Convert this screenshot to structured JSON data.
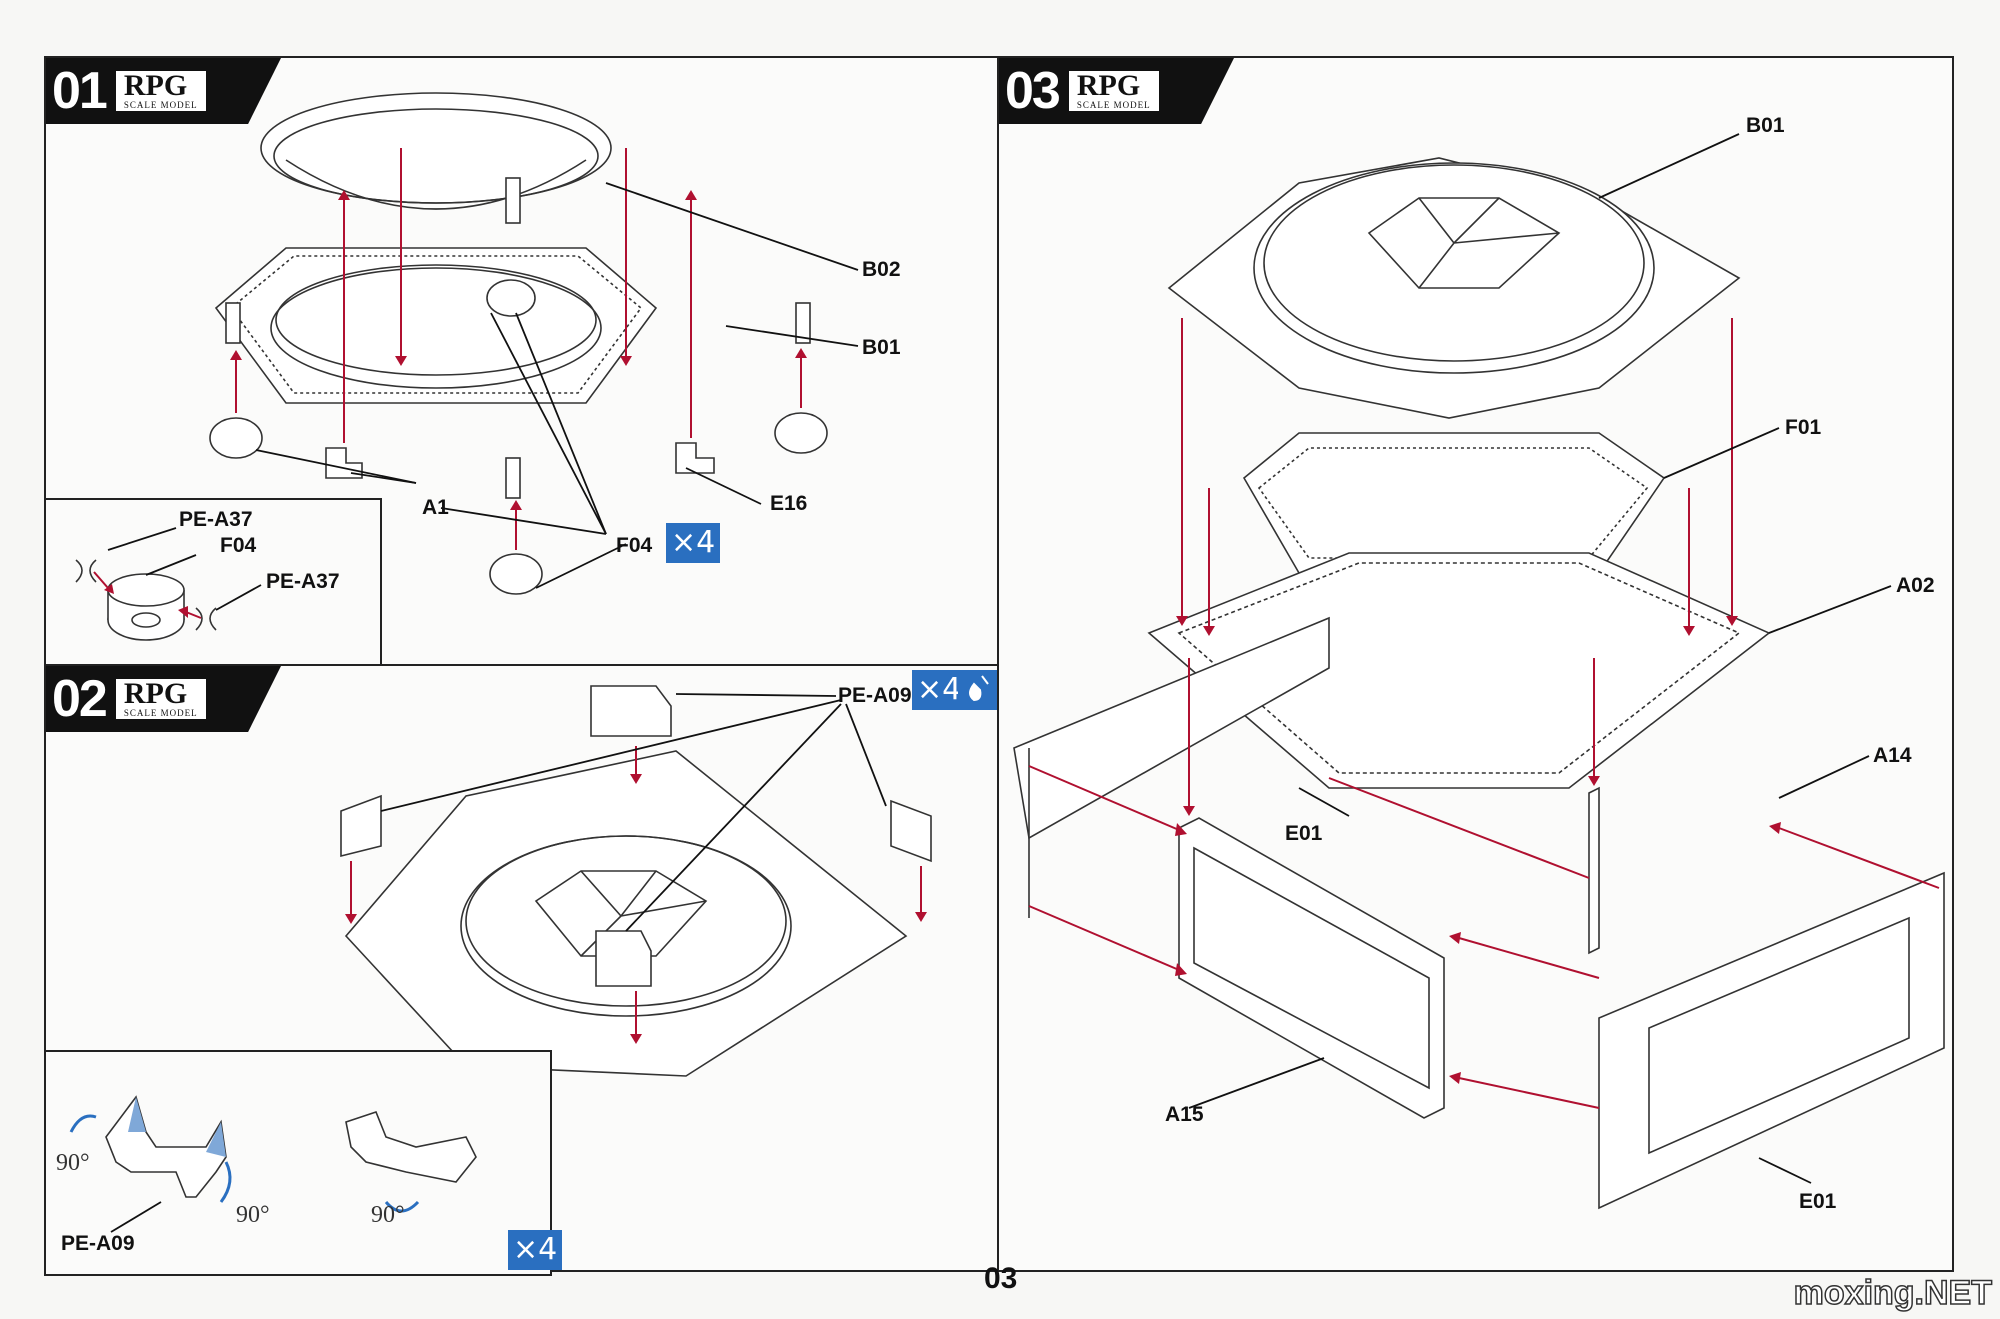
{
  "brand": {
    "name": "RPG",
    "sub": "SCALE MODEL"
  },
  "step1": {
    "number": "01",
    "labels": {
      "b02": "B02",
      "b01": "B01",
      "a1": "A1",
      "e16": "E16",
      "f04": "F04"
    },
    "quantity": "×4",
    "inset": {
      "pe_a37_top": "PE-A37",
      "f04": "F04",
      "pe_a37_right": "PE-A37"
    }
  },
  "step2": {
    "number": "02",
    "labels": {
      "pe_a09": "PE-A09"
    },
    "quantity": "×4",
    "glue_icon": "glue-drop-icon",
    "inset": {
      "deg_left": "90°",
      "deg_right": "90°",
      "deg_bottom": "90°",
      "pe_a09": "PE-A09",
      "quantity": "×4"
    }
  },
  "step3": {
    "number": "03",
    "labels": {
      "b01": "B01",
      "f01": "F01",
      "a02": "A02",
      "a14": "A14",
      "e01_top": "E01",
      "a15": "A15",
      "e01_bottom": "E01"
    }
  },
  "page": {
    "number": "03",
    "watermark": "moxing.NET"
  },
  "colors": {
    "arrow": "#b01030",
    "badge": "#2a6fc0",
    "header": "#111111"
  }
}
